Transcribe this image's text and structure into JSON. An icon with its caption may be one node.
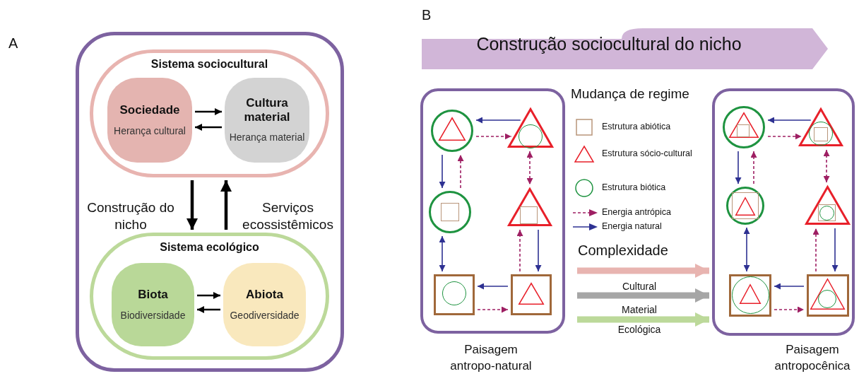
{
  "diagram": {
    "nodes": [
      {
        "text": [],
        "shape": "box"
      },
      {
        "text": [
          "Sistema sociocultural"
        ],
        "in": 0
      },
      {
        "text": [
          "Sociedade",
          "Herança cultural"
        ],
        "in": 1
      },
      {
        "text": [
          "Cultura material",
          "Herança material"
        ],
        "in": 1
      },
      {
        "text": [
          "Sistema ecológico"
        ],
        "in": 0
      },
      {
        "text": [
          "Biota",
          "Biodiversidade"
        ],
        "in": 4
      },
      {
        "text": [
          "Abiota",
          "Geodiversidade"
        ],
        "in": 4
      },
      {
        "text": [
          "Construção sociocultural do nicho"
        ]
      },
      {
        "text": [],
        "shape": "box",
        "beside": [
          "Paisagem antropo-natural"
        ]
      },
      {
        "text": [],
        "shape": "circle",
        "in": 8
      },
      {
        "text": [],
        "shape": "triangle",
        "in": 9
      },
      {
        "text": [],
        "shape": "triangle",
        "in": 8
      },
      {
        "text": [],
        "shape": "circle",
        "in": 11
      },
      {
        "text": [],
        "shape": "circle",
        "in": 8
      },
      {
        "text": [],
        "shape": "box",
        "in": 13
      },
      {
        "text": [],
        "shape": "triangle",
        "in": 8
      },
      {
        "text": [],
        "shape": "box",
        "in": 15
      },
      {
        "text": [],
        "shape": "box",
        "in": 8
      },
      {
        "text": [],
        "shape": "circle",
        "in": 17
      },
      {
        "text": [],
        "shape": "box",
        "in": 8
      },
      {
        "text": [],
        "shape": "triangle",
        "in": 19
      },
      {
        "text": [],
        "shape": "box",
        "beside": [
          "Paisagem antropocênica"
        ]
      },
      {
        "text": [],
        "shape": "circle",
        "in": 21
      },
      {
        "text": [],
        "shape": "triangle",
        "in": 22
      },
      {
        "text": [],
        "shape": "box",
        "in": 23
      },
      {
        "text": [],
        "shape": "triangle",
        "in": 21
      },
      {
        "text": [],
        "shape": "circle",
        "in": 25
      },
      {
        "text": [],
        "shape": "box",
        "in": 26
      },
      {
        "text": [],
        "shape": "circle",
        "in": 21
      },
      {
        "text": [],
        "shape": "box",
        "in": 28
      },
      {
        "text": [],
        "shape": "triangle",
        "in": 29
      },
      {
        "text": [],
        "shape": "triangle",
        "in": 21
      },
      {
        "text": [],
        "shape": "box",
        "in": 31
      },
      {
        "text": [],
        "shape": "circle",
        "in": 32
      },
      {
        "text": [],
        "shape": "box",
        "in": 21
      },
      {
        "text": [],
        "shape": "circle",
        "in": 34
      },
      {
        "text": [],
        "shape": "triangle",
        "in": 35
      },
      {
        "text": [],
        "shape": "box",
        "in": 21
      },
      {
        "text": [],
        "shape": "triangle",
        "in": 37
      },
      {
        "text": [],
        "shape": "circle",
        "in": 38
      }
    ],
    "edges": [
      {
        "from": 2,
        "to": 3,
        "arrow": "to",
        "color": "#000000"
      },
      {
        "from": 3,
        "to": 2,
        "arrow": "to",
        "color": "#000000"
      },
      {
        "from": 1,
        "to": 4,
        "arrow": "to",
        "label": "Construção do nicho",
        "style": "thick",
        "color": "#000000"
      },
      {
        "from": 4,
        "to": 1,
        "arrow": "to",
        "label": "Serviços ecossistêmicos",
        "style": "thick",
        "color": "#000000"
      },
      {
        "from": 5,
        "to": 6,
        "arrow": "to",
        "color": "#000000"
      },
      {
        "from": 6,
        "to": 5,
        "arrow": "to",
        "color": "#000000"
      },
      {
        "from": 11,
        "to": 9,
        "arrow": "to",
        "color": "#2e3192"
      },
      {
        "from": 9,
        "to": 11,
        "arrow": "to",
        "style": "dashed",
        "color": "#9e1f63"
      },
      {
        "from": 11,
        "to": 15,
        "arrow": "both",
        "style": "dashed",
        "color": "#9e1f63"
      },
      {
        "from": 9,
        "to": 13,
        "arrow": "to",
        "color": "#2e3192"
      },
      {
        "from": 13,
        "to": 9,
        "arrow": "to",
        "style": "dashed",
        "color": "#9e1f63"
      },
      {
        "from": 13,
        "to": 17,
        "arrow": "both",
        "color": "#2e3192"
      },
      {
        "from": 15,
        "to": 19,
        "arrow": "to",
        "color": "#2e3192"
      },
      {
        "from": 19,
        "to": 15,
        "arrow": "to",
        "style": "dashed",
        "color": "#9e1f63"
      },
      {
        "from": 19,
        "to": 17,
        "arrow": "to",
        "color": "#2e3192"
      },
      {
        "from": 17,
        "to": 19,
        "arrow": "to",
        "style": "dashed",
        "color": "#9e1f63"
      },
      {
        "from": 25,
        "to": 22,
        "arrow": "to",
        "color": "#2e3192"
      },
      {
        "from": 22,
        "to": 25,
        "arrow": "to",
        "style": "dashed",
        "color": "#9e1f63"
      },
      {
        "from": 25,
        "to": 31,
        "arrow": "both",
        "style": "dashed",
        "color": "#9e1f63"
      },
      {
        "from": 22,
        "to": 28,
        "arrow": "to",
        "color": "#2e3192"
      },
      {
        "from": 28,
        "to": 22,
        "arrow": "to",
        "style": "dashed",
        "color": "#9e1f63"
      },
      {
        "from": 28,
        "to": 34,
        "arrow": "both",
        "color": "#2e3192"
      },
      {
        "from": 31,
        "to": 37,
        "arrow": "to",
        "color": "#2e3192"
      },
      {
        "from": 37,
        "to": 31,
        "arrow": "to",
        "style": "dashed",
        "color": "#9e1f63"
      },
      {
        "from": 37,
        "to": 34,
        "arrow": "to",
        "color": "#2e3192"
      },
      {
        "from": 34,
        "to": 37,
        "arrow": "to",
        "style": "dashed",
        "color": "#9e1f63"
      },
      {
        "from": null,
        "to": 21,
        "arrow": "to",
        "label": "Cultural",
        "style": "thick",
        "color": "#e8b4b0"
      },
      {
        "from": null,
        "to": 21,
        "arrow": "to",
        "label": "Material",
        "style": "thick",
        "color": "#a6a6a6"
      },
      {
        "from": null,
        "to": 21,
        "arrow": "to",
        "label": "Ecológica",
        "style": "thick",
        "color": "#bcd99a"
      }
    ],
    "labels": [
      "A",
      "B",
      "Mudança de regime",
      "Complexidade"
    ],
    "legend": [
      {
        "text": "Estrutura abiótica"
      },
      {
        "text": "Estrutura sócio-cultural"
      },
      {
        "text": "Estrutura biótica"
      },
      {
        "text": "Energia antrópica"
      },
      {
        "text": "Energia natural"
      }
    ]
  }
}
